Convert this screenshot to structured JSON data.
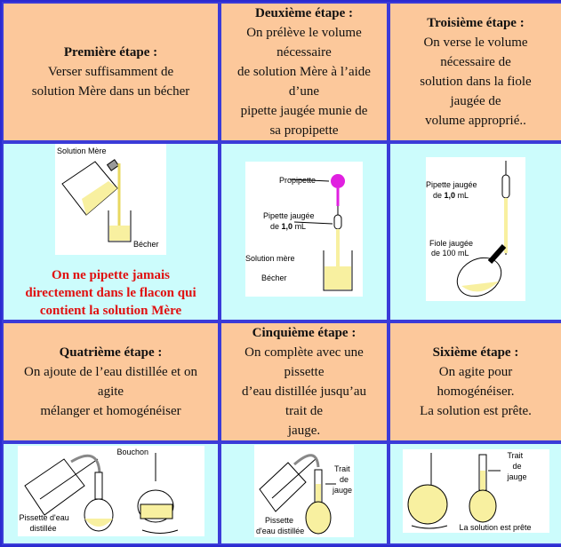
{
  "steps": [
    {
      "title": "Première étape :",
      "lines": [
        "Verser suffisamment de",
        "solution Mère dans un bécher"
      ]
    },
    {
      "title": "Deuxième étape :",
      "lines": [
        "On prélève le volume",
        "nécessaire",
        "de solution Mère à l’aide",
        "d’une",
        "pipette jaugée munie de",
        "sa propipette"
      ]
    },
    {
      "title": "Troisième étape :",
      "lines": [
        "On verse le volume",
        "nécessaire de",
        "solution dans la fiole",
        "jaugée de",
        "volume approprié.."
      ]
    },
    {
      "title": "Quatrième étape :",
      "lines": [
        "On ajoute de l’eau distillée et on",
        "agite",
        "mélanger et homogénéiser"
      ]
    },
    {
      "title": "Cinquième étape :",
      "lines": [
        "On complète avec une",
        "pissette",
        "d’eau distillée jusqu’au",
        "trait de",
        "jauge."
      ]
    },
    {
      "title": "Sixième étape :",
      "lines": [
        "On agite pour",
        "homogénéiser.",
        "La solution est prête."
      ]
    }
  ],
  "figures": {
    "f1": {
      "solution": "Solution Mère",
      "becher": "Bécher",
      "warning": [
        "On ne pipette jamais",
        "directement dans le flacon qui",
        "contient la solution Mère"
      ]
    },
    "f2": {
      "propipette": "Propipette",
      "pipette1": "Pipette jaugée",
      "pipette2": "de",
      "volume": "1,0",
      "unit": "mL",
      "solution": "Solution mère",
      "becher": "Bécher"
    },
    "f3": {
      "pipette1": "Pipette jaugée",
      "pipette2": "de",
      "volume": "1,0",
      "unit": "mL",
      "fiole1": "Fiole jaugée",
      "fiole2": "de 100 mL"
    },
    "f4": {
      "bouchon": "Bouchon",
      "pissette1": "Pissette d'eau",
      "pissette2": "distillée"
    },
    "f5": {
      "trait1": "Trait",
      "trait2": "de",
      "trait3": "jauge",
      "pissette1": "Pissette",
      "pissette2": "d'eau distillée"
    },
    "f6": {
      "trait1": "Trait",
      "trait2": "de",
      "trait3": "jauge",
      "ready": "La solution est prête"
    }
  },
  "colors": {
    "header": "#fcc89b",
    "image": "#ccfcfc",
    "border": "#3b3bd8",
    "warning": "#e01010",
    "liquid": "#f8f0a0"
  }
}
